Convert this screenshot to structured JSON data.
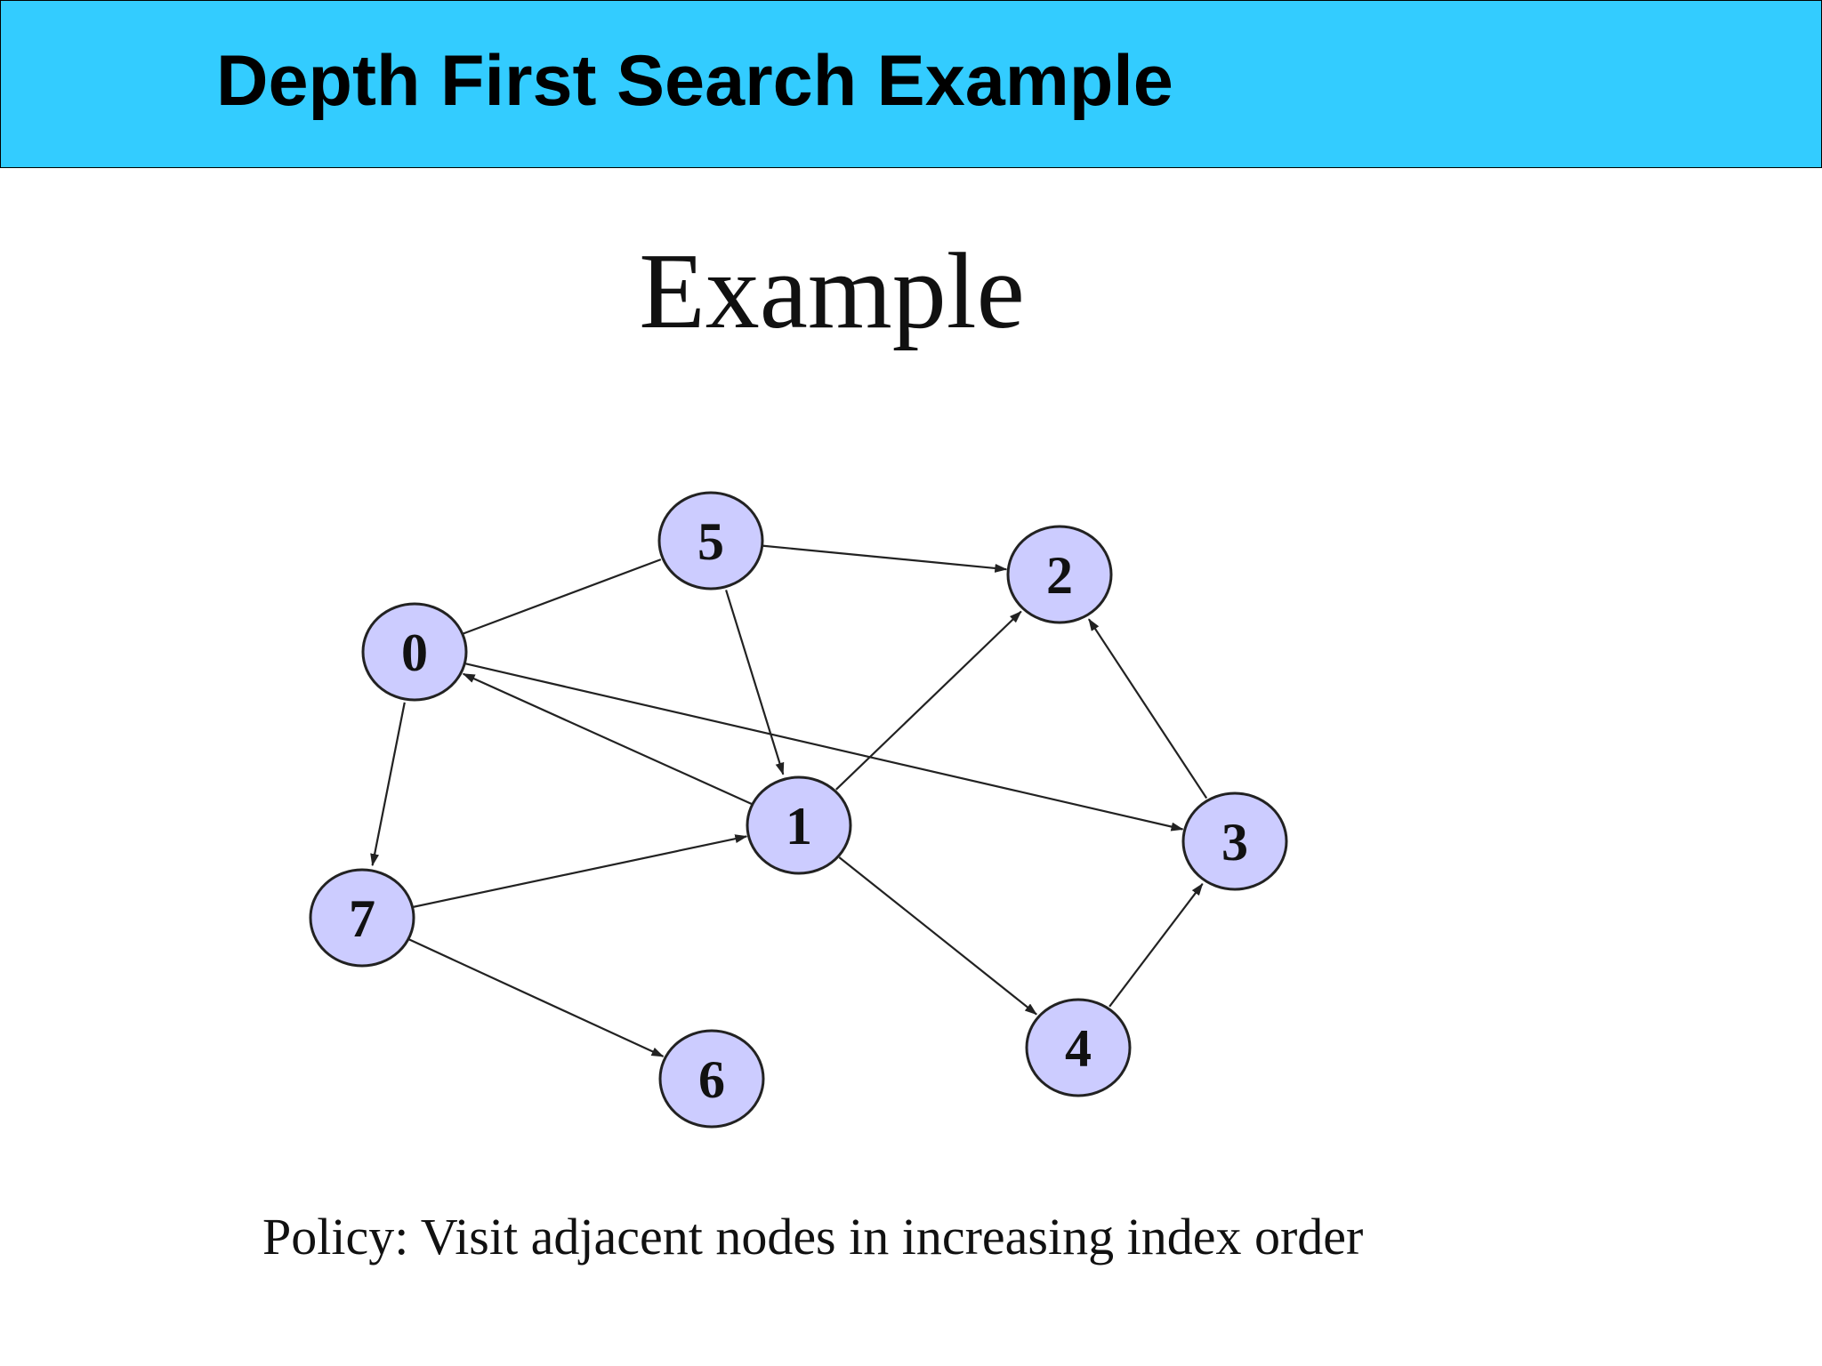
{
  "header": {
    "title": "Depth First Search Example"
  },
  "diagram": {
    "heading": "Example",
    "policy": "Policy:  Visit adjacent nodes in increasing index order",
    "node_color": "#ccccff",
    "header_color": "#33ccff",
    "nodes": [
      {
        "id": "0",
        "label": "0"
      },
      {
        "id": "1",
        "label": "1"
      },
      {
        "id": "2",
        "label": "2"
      },
      {
        "id": "3",
        "label": "3"
      },
      {
        "id": "4",
        "label": "4"
      },
      {
        "id": "5",
        "label": "5"
      },
      {
        "id": "6",
        "label": "6"
      },
      {
        "id": "7",
        "label": "7"
      }
    ],
    "edges": [
      {
        "from": "0",
        "to": "5",
        "directed": false
      },
      {
        "from": "0",
        "to": "3",
        "directed": true
      },
      {
        "from": "0",
        "to": "7",
        "directed": true
      },
      {
        "from": "1",
        "to": "0",
        "directed": true
      },
      {
        "from": "5",
        "to": "2",
        "directed": true
      },
      {
        "from": "5",
        "to": "1",
        "directed": true
      },
      {
        "from": "1",
        "to": "2",
        "directed": true
      },
      {
        "from": "1",
        "to": "4",
        "directed": true
      },
      {
        "from": "3",
        "to": "2",
        "directed": true
      },
      {
        "from": "4",
        "to": "3",
        "directed": true
      },
      {
        "from": "7",
        "to": "1",
        "directed": true
      },
      {
        "from": "7",
        "to": "6",
        "directed": true
      }
    ]
  }
}
